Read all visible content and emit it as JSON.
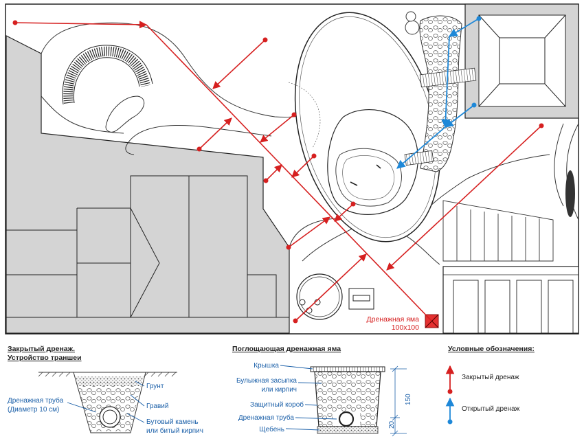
{
  "plan": {
    "drain_pit_label": "Дренажная яма",
    "drain_pit_size": "100x100"
  },
  "trench": {
    "title_line1": "Закрытый дренаж.",
    "title_line2": "Устройство траншеи",
    "labels": {
      "soil": "Грунт",
      "gravel": "Гравий",
      "pipe_line1": "Дренажная труба",
      "pipe_line2": "(Диаметр 10 см)",
      "rubble_line1": "Бутовый камень",
      "rubble_line2": "или битый кирпич"
    }
  },
  "pit": {
    "title": "Поглощающая дренажная яма",
    "labels": {
      "lid": "Крышка",
      "fill_line1": "Булыжная засыпка",
      "fill_line2": "или кирпич",
      "box": "Защитный короб",
      "pipe": "Дренажная труба",
      "crushed": "Щебень"
    },
    "dim_total": "150",
    "dim_bottom": "20"
  },
  "legend": {
    "title": "Условные обозначения:",
    "closed": "Закрытый дренаж",
    "open": "Открытый дренаж",
    "closed_color": "#d62020",
    "open_color": "#1e88d8"
  }
}
